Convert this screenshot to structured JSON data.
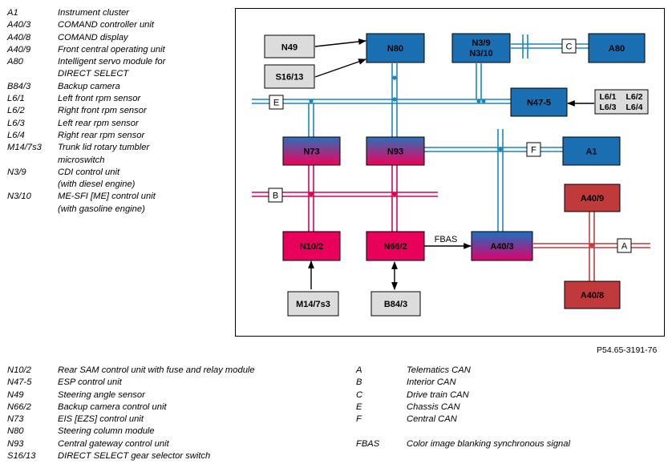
{
  "legend_top": [
    {
      "code": "A1",
      "desc": "Instrument cluster"
    },
    {
      "code": "A40/3",
      "desc": "COMAND controller unit"
    },
    {
      "code": "A40/8",
      "desc": "COMAND display"
    },
    {
      "code": "A40/9",
      "desc": "Front central operating unit"
    },
    {
      "code": "A80",
      "desc": "Intelligent servo module for",
      "desc2": "DIRECT SELECT"
    },
    {
      "code": "B84/3",
      "desc": "Backup camera"
    },
    {
      "code": "L6/1",
      "desc": "Left front rpm sensor"
    },
    {
      "code": "L6/2",
      "desc": "Right front rpm sensor"
    },
    {
      "code": "L6/3",
      "desc": "Left rear rpm sensor"
    },
    {
      "code": "L6/4",
      "desc": "Right rear rpm sensor"
    },
    {
      "code": "M14/7s3",
      "desc": "Trunk lid rotary tumbler",
      "desc2": "microswitch"
    },
    {
      "code": "N3/9",
      "desc": "CDI control unit",
      "desc2": "(with diesel engine)"
    },
    {
      "code": "N3/10",
      "desc": "ME-SFI [ME] control unit",
      "desc2": "(with gasoline engine)"
    }
  ],
  "legend_bottom_left": [
    {
      "code": "N10/2",
      "desc": "Rear SAM control unit with fuse and relay module"
    },
    {
      "code": "N47-5",
      "desc": "ESP control unit"
    },
    {
      "code": "N49",
      "desc": "Steering angle sensor"
    },
    {
      "code": "N66/2",
      "desc": "Backup camera control unit"
    },
    {
      "code": "N73",
      "desc": "EIS [EZS] control unit"
    },
    {
      "code": "N80",
      "desc": "Steering column module"
    },
    {
      "code": "N93",
      "desc": "Central gateway control unit"
    },
    {
      "code": "S16/13",
      "desc": "DIRECT SELECT gear selector switch"
    }
  ],
  "legend_bottom_right": [
    {
      "code": "A",
      "desc": "Telematics CAN"
    },
    {
      "code": "B",
      "desc": "Interior CAN"
    },
    {
      "code": "C",
      "desc": "Drive train CAN"
    },
    {
      "code": "E",
      "desc": "Chassis CAN"
    },
    {
      "code": "F",
      "desc": "Central CAN"
    },
    {
      "code": "",
      "desc": ""
    },
    {
      "code": "FBAS",
      "desc": "Color image blanking synchronous signal"
    }
  ],
  "figure_id": "P54.65-3191-76",
  "diagram": {
    "nodes": {
      "N49": "N49",
      "S16_13": "S16/13",
      "N80": "N80",
      "N3": [
        "N3/9",
        "N3/10"
      ],
      "A80": "A80",
      "N47_5": "N47-5",
      "L6": [
        "L6/1",
        "L6/2",
        "L6/3",
        "L6/4"
      ],
      "N73": "N73",
      "N93": "N93",
      "A1": "A1",
      "A40_9": "A40/9",
      "N10_2": "N10/2",
      "N66_2": "N66/2",
      "A40_3": "A40/3",
      "A40_8": "A40/8",
      "M14_7s3": "M14/7s3",
      "B84_3": "B84/3"
    },
    "bus_labels": {
      "C": "C",
      "E": "E",
      "F": "F",
      "B": "B",
      "A": "A"
    },
    "signal_label": "FBAS",
    "colors": {
      "can_blue": "#1a87bf",
      "can_red": "#e00050",
      "can_dark_red": "#c43c3c",
      "node_blue": "#1a6fb2",
      "node_red": "#e8005a",
      "node_dark_red": "#c0393b",
      "node_grey": "#dcdcdc"
    }
  }
}
